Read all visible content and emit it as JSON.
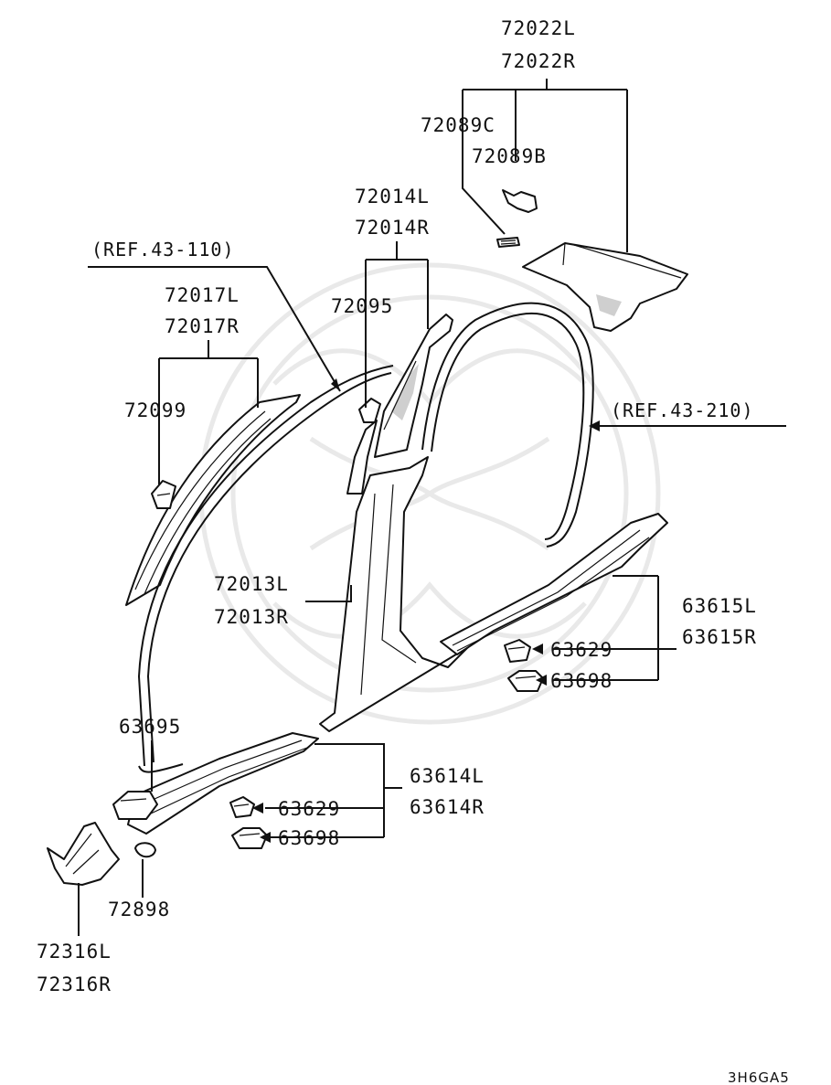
{
  "callouts": {
    "headliner_trim": {
      "l": "72022L",
      "r": "72022R"
    },
    "clip_c": "72089C",
    "clip_b": "72089B",
    "center_pillar_upper": {
      "l": "72014L",
      "r": "72014R"
    },
    "ref_front": "(REF.43-110)",
    "front_pillar": {
      "l": "72017L",
      "r": "72017R"
    },
    "pillar_clip_upper": "72095",
    "front_pillar_clip": "72099",
    "ref_rear": "(REF.43-210)",
    "center_pillar_lower": {
      "l": "72013L",
      "r": "72013R"
    },
    "rear_scuff": {
      "l": "63615L",
      "r": "63615R"
    },
    "rear_clip": "63629",
    "rear_grommet": "63698",
    "front_clip_small": "63695",
    "front_scuff": {
      "l": "63614L",
      "r": "63614R"
    },
    "front_clip": "63629",
    "front_grommet": "63698",
    "cowl_clip": "72898",
    "cowl_side_trim": {
      "l": "72316L",
      "r": "72316R"
    }
  },
  "diagram_code": "3H6GA5"
}
